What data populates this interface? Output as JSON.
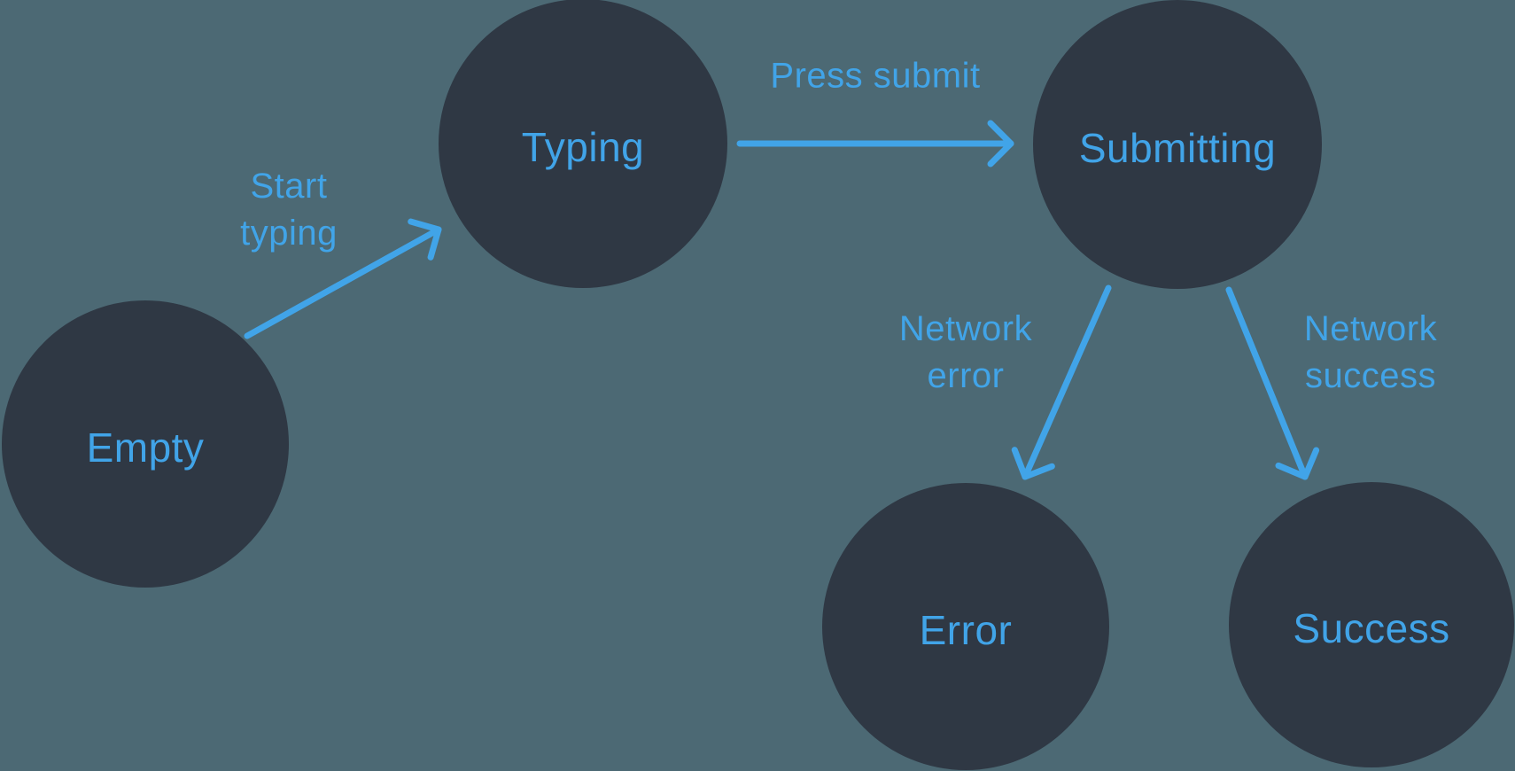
{
  "colors": {
    "background": "#4C6974",
    "node_fill": "#2F3844",
    "accent": "#41A4E8"
  },
  "diagram": {
    "type": "state-machine",
    "nodes": [
      {
        "id": "empty",
        "label": "Empty"
      },
      {
        "id": "typing",
        "label": "Typing"
      },
      {
        "id": "submitting",
        "label": "Submitting"
      },
      {
        "id": "error",
        "label": "Error"
      },
      {
        "id": "success",
        "label": "Success"
      }
    ],
    "edges": [
      {
        "id": "start-typing",
        "from": "empty",
        "to": "typing",
        "label_lines": [
          "Start",
          "typing"
        ]
      },
      {
        "id": "press-submit",
        "from": "typing",
        "to": "submitting",
        "label_lines": [
          "Press submit"
        ]
      },
      {
        "id": "network-error",
        "from": "submitting",
        "to": "error",
        "label_lines": [
          "Network",
          "error"
        ]
      },
      {
        "id": "network-success",
        "from": "submitting",
        "to": "success",
        "label_lines": [
          "Network",
          "success"
        ]
      }
    ]
  }
}
